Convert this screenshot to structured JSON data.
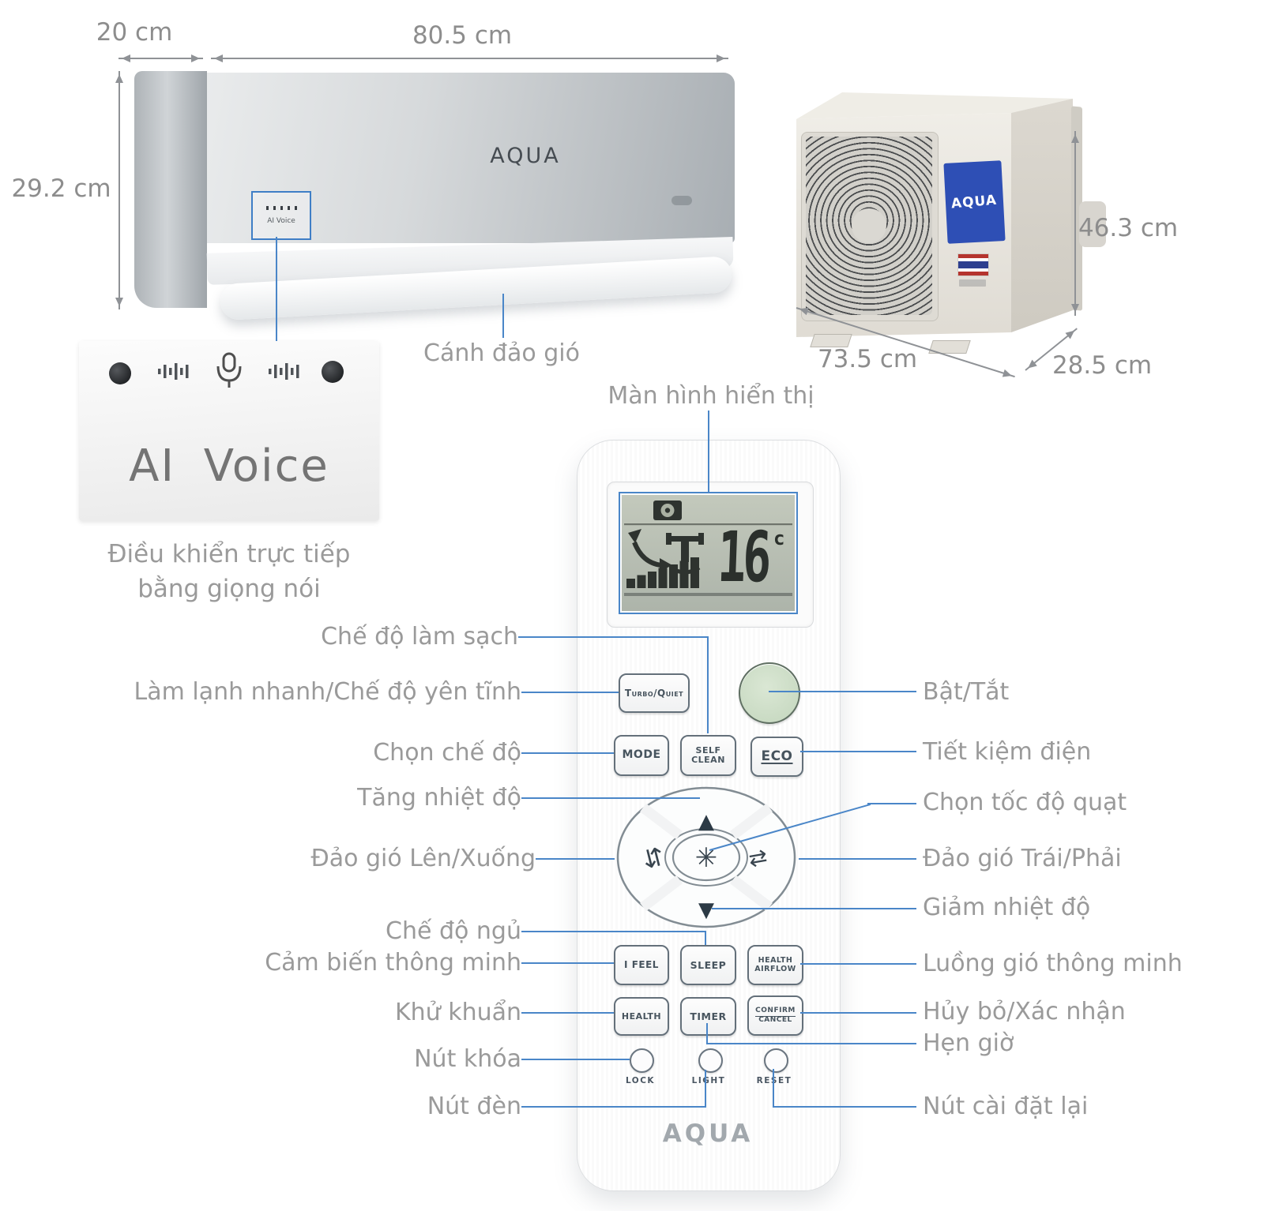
{
  "dims": {
    "indoor_depth": "20 cm",
    "indoor_width": "80.5 cm",
    "indoor_height": "29.2 cm",
    "outdoor_height": "46.3 cm",
    "outdoor_width": "73.5 cm",
    "outdoor_depth": "28.5 cm"
  },
  "indoor": {
    "brand": "AQUA",
    "ai_box_label": "AI Voice",
    "flap_callout": "Cánh đảo gió"
  },
  "voice_panel": {
    "title": "AI Voice",
    "caption1": "Điều khiển trực tiếp",
    "caption2": "bằng giọng nói"
  },
  "outdoor": {
    "brand": "AQUA"
  },
  "remote": {
    "brand": "AQUA",
    "display_callout": "Màn hình hiển thị",
    "temp": "16",
    "temp_unit": "c",
    "buttons": {
      "turbo_quiet": "Turbo/Quiet",
      "mode": "MODE",
      "self_clean_1": "SELF",
      "self_clean_2": "CLEAN",
      "eco": "ECO",
      "i_feel": "I FEEL",
      "sleep": "SLEEP",
      "health_airflow_1": "HEALTH",
      "health_airflow_2": "AIRFLOW",
      "health": "HEALTH",
      "timer": "TIMER",
      "confirm_1": "CONFIRM",
      "confirm_2": "CANCEL",
      "lock": "LOCK",
      "light": "LIGHT",
      "reset": "RESET"
    }
  },
  "labels_left": [
    "Chế độ làm sạch",
    "Làm lạnh nhanh/Chế độ yên tĩnh",
    "Chọn chế độ",
    "Tăng nhiệt độ",
    "Đảo gió Lên/Xuống",
    "Chế độ ngủ",
    "Cảm biến thông minh",
    "Khử khuẩn",
    "Nút khóa",
    "Nút đèn"
  ],
  "labels_right": [
    "Bật/Tắt",
    "Tiết kiệm điện",
    "Chọn tốc độ quạt",
    "Đảo gió Trái/Phải",
    "Giảm nhiệt độ",
    "Luồng gió thông minh",
    "Hủy bỏ/Xác nhận",
    "Hẹn giờ",
    "Nút cài đặt lại"
  ],
  "icons": {
    "arrow_up": "▲",
    "arrow_down": "▼",
    "swing_vertical": "⇵",
    "swing_horizontal": "⇄",
    "fan": "✳"
  },
  "colors": {
    "callout_blue": "#4a86c8",
    "dim_gray": "#8f9296",
    "label_gray": "#9a9a9a",
    "lcd_bg": "#bcc2b6",
    "lcd_segment": "#2e332f",
    "power_green": "#cddfc7",
    "outdoor_panel_blue": "#2e4fb5"
  }
}
